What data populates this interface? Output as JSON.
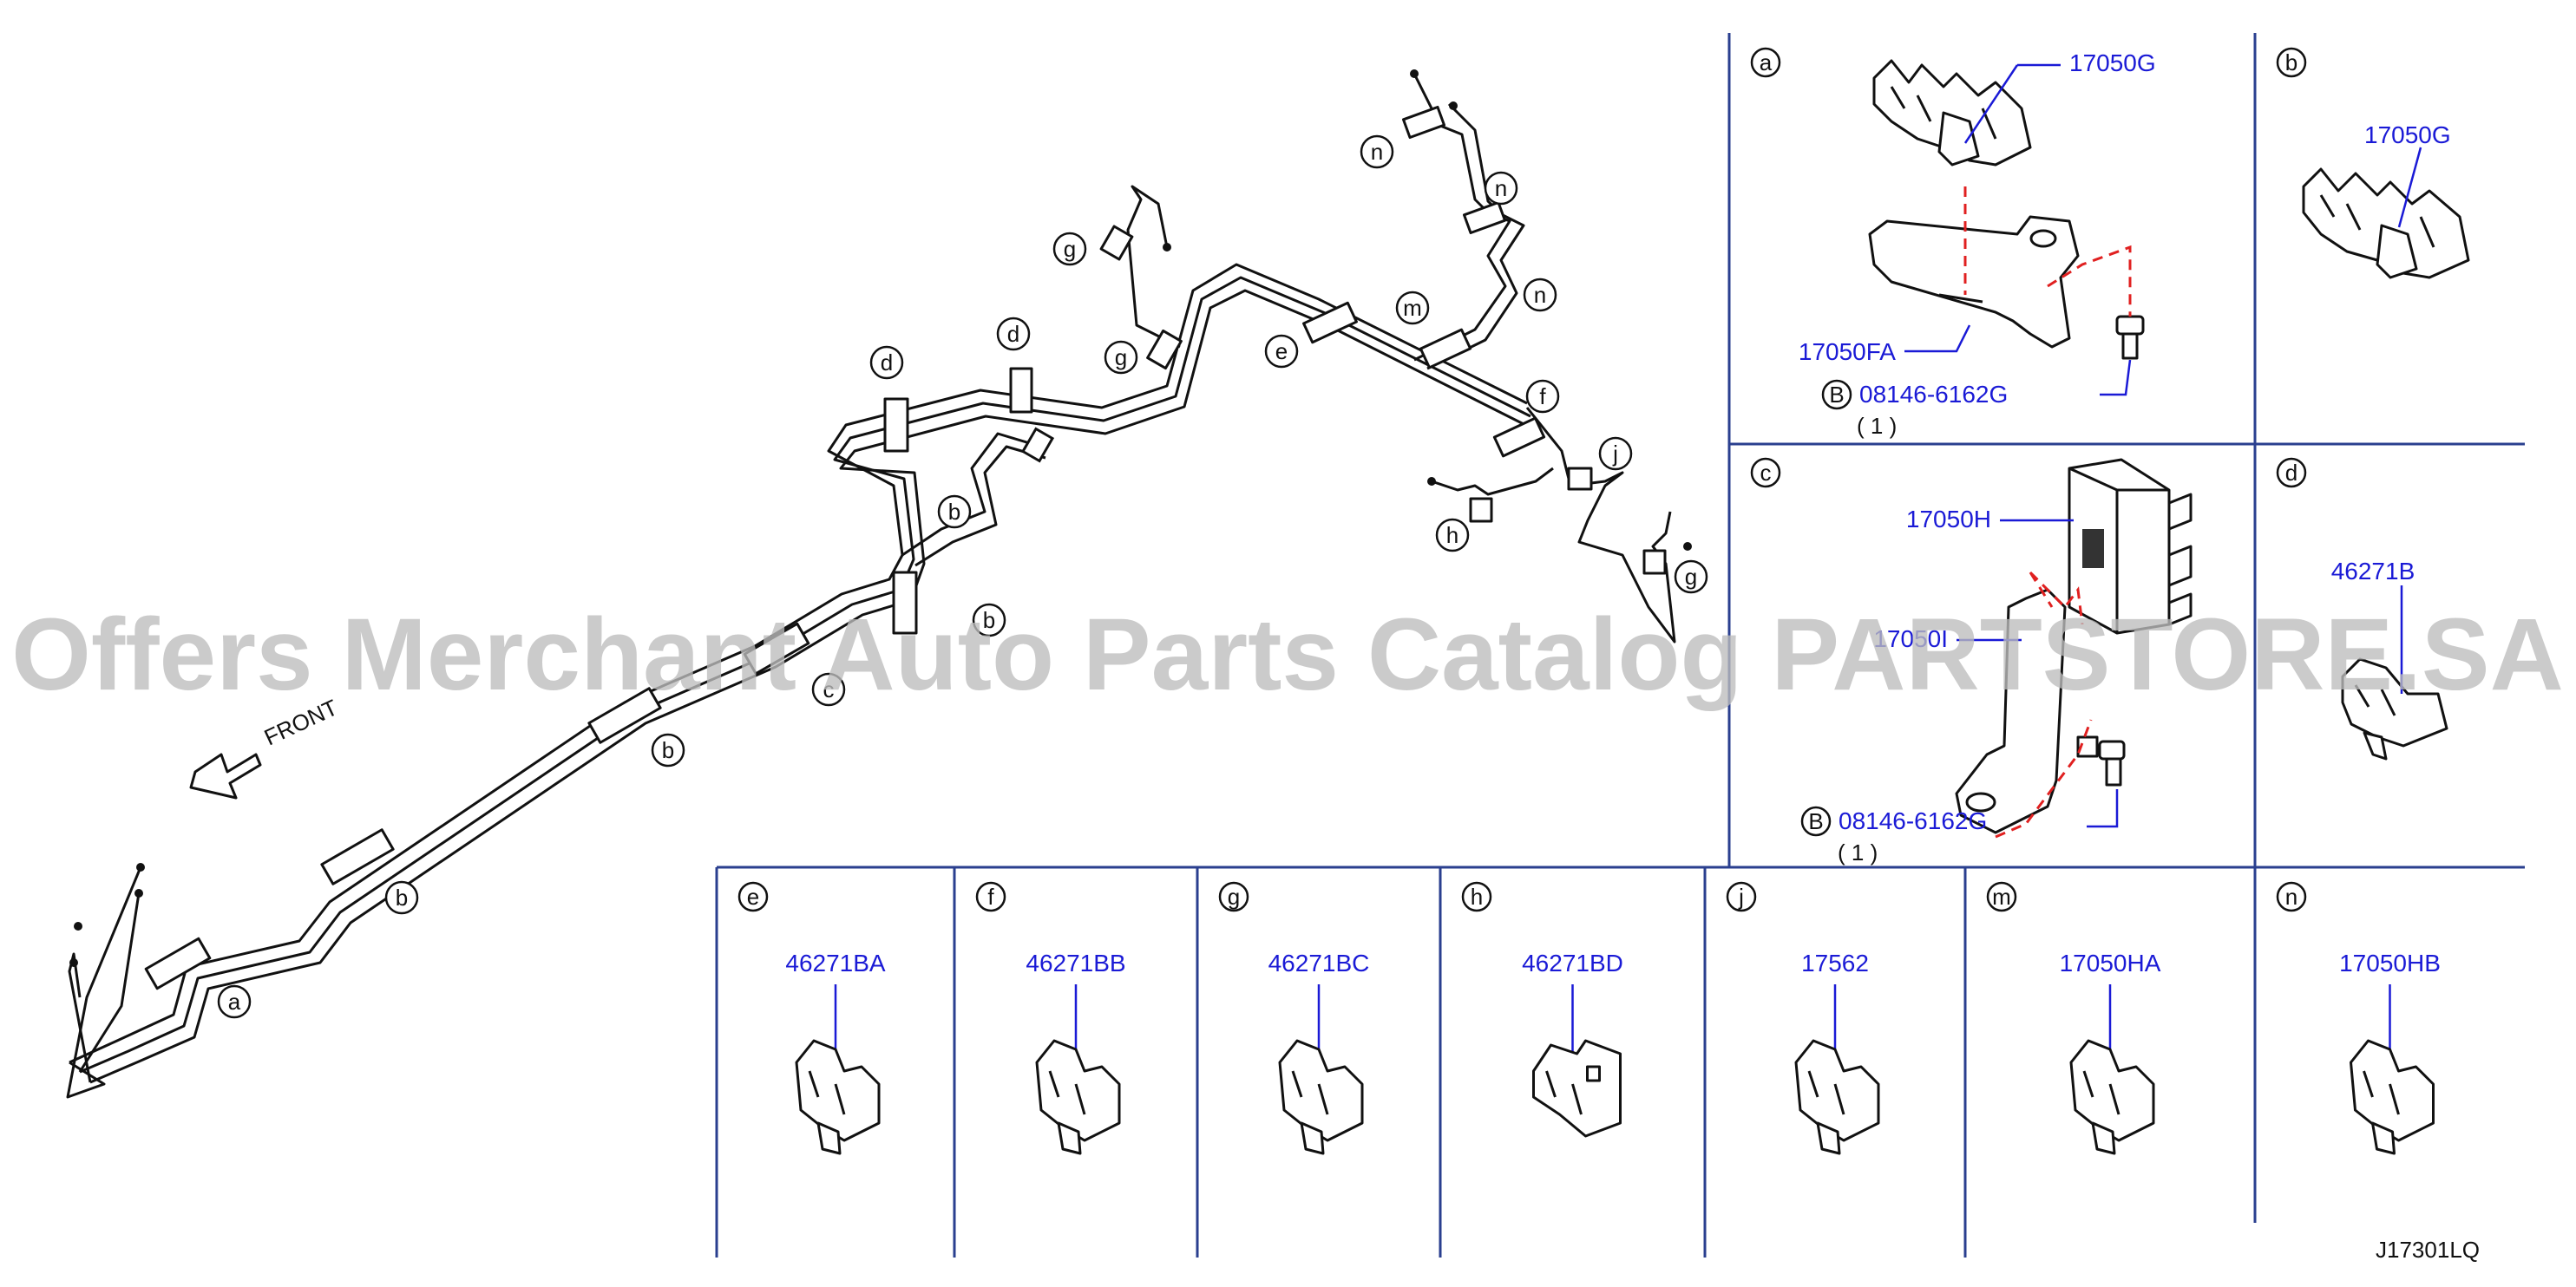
{
  "watermark": "Offers Merchant Auto Parts Catalog PARTSTORE.SA",
  "front_label": "FRONT",
  "diagram_code": "J17301LQ",
  "overview_callouts": [
    "a",
    "b",
    "b",
    "b",
    "b",
    "c",
    "d",
    "d",
    "e",
    "f",
    "g",
    "g",
    "g",
    "h",
    "j",
    "m",
    "n",
    "n",
    "n"
  ],
  "detail_panels": {
    "a": {
      "letter": "a",
      "parts": [
        "17050G",
        "17050FA"
      ],
      "bolt_marker": "B",
      "bolt": "08146-6162G",
      "qty": "( 1 )"
    },
    "b": {
      "letter": "b",
      "parts": [
        "17050G"
      ]
    },
    "c": {
      "letter": "c",
      "parts": [
        "17050H",
        "17050I"
      ],
      "bolt_marker": "B",
      "bolt": "08146-6162G",
      "qty": "( 1 )"
    },
    "d": {
      "letter": "d",
      "parts": [
        "46271B"
      ]
    },
    "e": {
      "letter": "e",
      "parts": [
        "46271BA"
      ]
    },
    "f": {
      "letter": "f",
      "parts": [
        "46271BB"
      ]
    },
    "g": {
      "letter": "g",
      "parts": [
        "46271BC"
      ]
    },
    "h": {
      "letter": "h",
      "parts": [
        "46271BD"
      ]
    },
    "j": {
      "letter": "j",
      "parts": [
        "17562"
      ]
    },
    "m": {
      "letter": "m",
      "parts": [
        "17050HA"
      ]
    },
    "n": {
      "letter": "n",
      "parts": [
        "17050HB"
      ]
    }
  },
  "colors": {
    "part_number": "#1a1ad6",
    "divider": "#2a3f8f",
    "dashed_guide": "#e02020",
    "watermark": "#bdbdbd"
  }
}
